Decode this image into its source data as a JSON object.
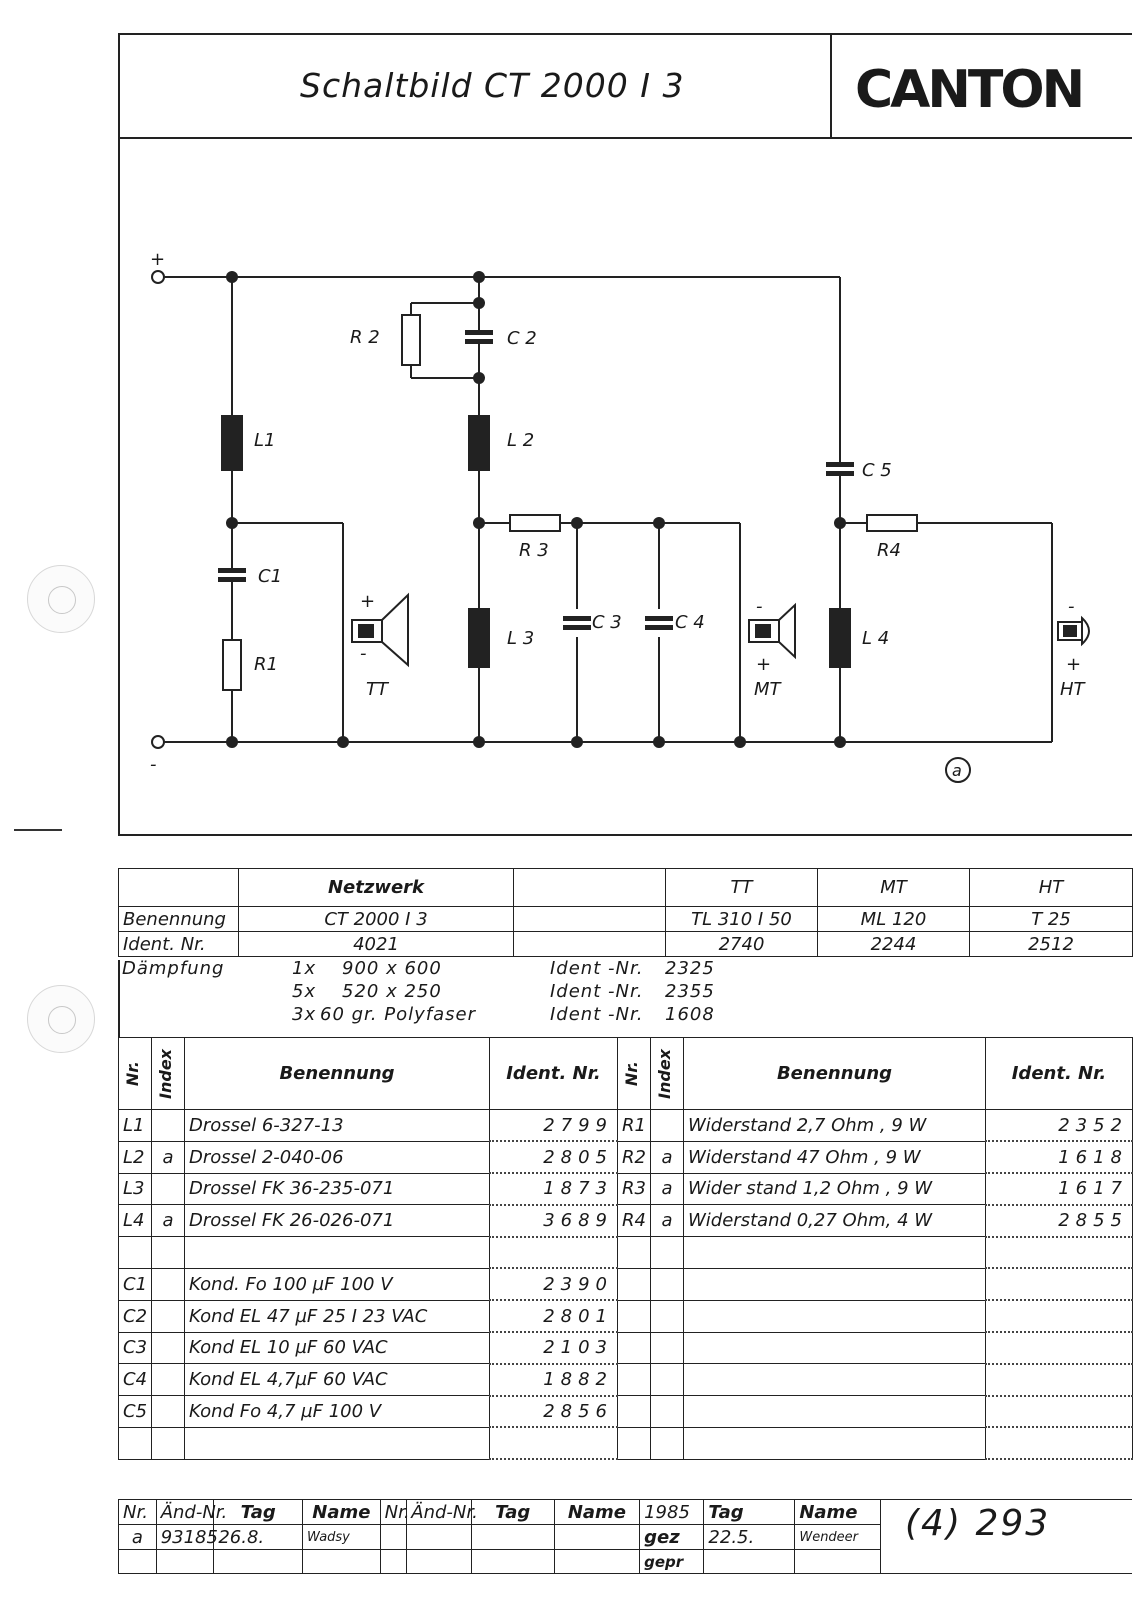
{
  "header": {
    "title": "Schaltbild   CT 2000 I 3",
    "logo": "CANTON"
  },
  "schematic": {
    "terminals": {
      "plus": "+",
      "minus": "-"
    },
    "components": {
      "R1": "R1",
      "R2": "R 2",
      "R3": "R 3",
      "R4": "R4",
      "C1": "C1",
      "C2": "C 2",
      "C3": "C 3",
      "C4": "C 4",
      "C5": "C 5",
      "L1": "L1",
      "L2": "L 2",
      "L3": "L 3",
      "L4": "L 4"
    },
    "drivers": {
      "TT": "TT",
      "MT": "MT",
      "HT": "HT"
    },
    "polarity": {
      "plus": "+",
      "minus": "-"
    },
    "index_mark": "a"
  },
  "info_table": {
    "header": [
      "",
      "Netzwerk",
      "",
      "TT",
      "MT",
      "HT"
    ],
    "rows": [
      {
        "label": "Benennung",
        "network": "CT 2000 I 3",
        "blank": "",
        "tt": "TL 310 I 50",
        "mt": "ML 120",
        "ht": "T 25"
      },
      {
        "label": "Ident. Nr.",
        "network": "4021",
        "blank": "",
        "tt": "2740",
        "mt": "2244",
        "ht": "2512"
      }
    ]
  },
  "daempfung": {
    "label": "Dämpfung",
    "lines": [
      {
        "qty": "1x",
        "spec": "900  x  600",
        "ident_label": "Ident -Nr.",
        "ident": "2325"
      },
      {
        "qty": "5x",
        "spec": "520  x  250",
        "ident_label": "Ident -Nr.",
        "ident": "2355"
      },
      {
        "qty": "3x",
        "spec": "60 gr. Polyfaser",
        "ident_label": "Ident -Nr.",
        "ident": "1608"
      }
    ]
  },
  "parts_table": {
    "headers": {
      "nr": "Nr.",
      "index": "Index",
      "benennung": "Benennung",
      "ident": "Ident. Nr."
    },
    "left": [
      {
        "nr": "L1",
        "index": "",
        "name": "Drossel    6-327-13",
        "ident": "2799"
      },
      {
        "nr": "L2",
        "index": "a",
        "name": "Drossel    2-040-06",
        "ident": "2805"
      },
      {
        "nr": "L3",
        "index": "",
        "name": "Drossel   FK 36-235-071",
        "ident": "1873"
      },
      {
        "nr": "L4",
        "index": "a",
        "name": "Drossel   FK 26-026-071",
        "ident": "3689"
      },
      {
        "nr": "",
        "index": "",
        "name": "",
        "ident": ""
      },
      {
        "nr": "C1",
        "index": "",
        "name": "Kond. Fo 100 µF   100 V",
        "ident": "2390"
      },
      {
        "nr": "C2",
        "index": "",
        "name": "Kond EL 47  µF  25 I 23 VAC",
        "ident": "2801"
      },
      {
        "nr": "C3",
        "index": "",
        "name": "Kond EL 10  µF  60 VAC",
        "ident": "2103"
      },
      {
        "nr": "C4",
        "index": "",
        "name": "Kond EL 4,7µF  60 VAC",
        "ident": "1882"
      },
      {
        "nr": "C5",
        "index": "",
        "name": "Kond Fo 4,7 µF  100 V",
        "ident": "2856"
      },
      {
        "nr": "",
        "index": "",
        "name": "",
        "ident": ""
      }
    ],
    "right": [
      {
        "nr": "R1",
        "index": "",
        "name": "Widerstand 2,7 Ohm , 9 W",
        "ident": "2352"
      },
      {
        "nr": "R2",
        "index": "a",
        "name": "Widerstand 47  Ohm , 9 W",
        "ident": "1618"
      },
      {
        "nr": "R3",
        "index": "a",
        "name": "Wider stand 1,2  Ohm , 9 W",
        "ident": "1617"
      },
      {
        "nr": "R4",
        "index": "a",
        "name": "Widerstand 0,27 Ohm,  4 W",
        "ident": "2855"
      },
      {
        "nr": "",
        "index": "",
        "name": "",
        "ident": ""
      },
      {
        "nr": "",
        "index": "",
        "name": "",
        "ident": ""
      },
      {
        "nr": "",
        "index": "",
        "name": "",
        "ident": ""
      },
      {
        "nr": "",
        "index": "",
        "name": "",
        "ident": ""
      },
      {
        "nr": "",
        "index": "",
        "name": "",
        "ident": ""
      },
      {
        "nr": "",
        "index": "",
        "name": "",
        "ident": ""
      },
      {
        "nr": "",
        "index": "",
        "name": "",
        "ident": ""
      }
    ]
  },
  "revision_block": {
    "headers": [
      "Nr.",
      "Änd-Nr.",
      "Tag",
      "Name",
      "Nr.",
      "Änd-Nr.",
      "Tag",
      "Name"
    ],
    "row": {
      "nr": "a",
      "aend_nr": "93185",
      "tag": "26.8.",
      "name": "Wadsy"
    },
    "year": "1985",
    "tag_label": "Tag",
    "name_label": "Name",
    "gez_label": "gez",
    "gez_tag": "22.5.",
    "gez_name": "Wendeer",
    "gepr_label": "gepr",
    "drawing_no": "(4)  293"
  }
}
